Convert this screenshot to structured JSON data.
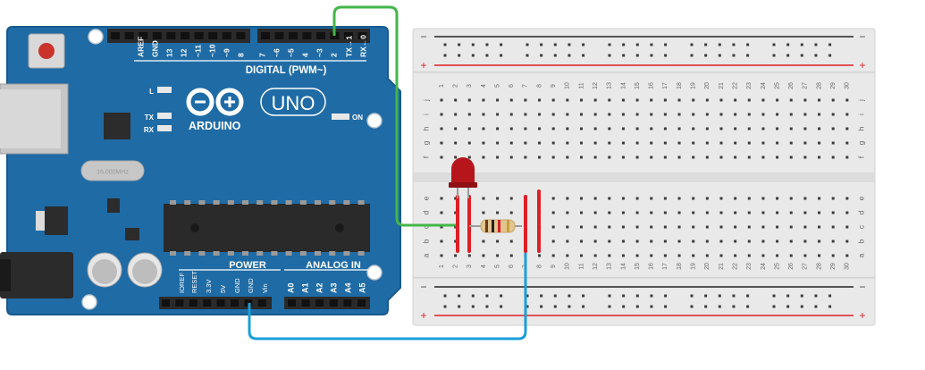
{
  "arduino": {
    "logo_text": "ARDUINO",
    "model": "UNO",
    "digital_header": "DIGITAL (PWM~)",
    "power_header": "POWER",
    "analog_header": "ANALOG IN",
    "led_labels": {
      "l": "L",
      "tx": "TX",
      "rx": "RX",
      "on": "ON"
    },
    "crystal_label": "16.000MHz",
    "digital_pins": [
      "AREF",
      "GND",
      "13",
      "12",
      "~11",
      "~10",
      "~9",
      "8",
      "7",
      "~6",
      "~5",
      "4",
      "~3",
      "2",
      "TX→1",
      "RX←0"
    ],
    "power_pins": [
      "IOREF",
      "RESET",
      "3.3V",
      "5V",
      "GND",
      "GND",
      "Vin"
    ],
    "analog_pins": [
      "A0",
      "A1",
      "A2",
      "A3",
      "A4",
      "A5"
    ]
  },
  "breadboard": {
    "columns": [
      "1",
      "2",
      "3",
      "4",
      "5",
      "6",
      "7",
      "8",
      "9",
      "10",
      "11",
      "12",
      "13",
      "14",
      "15",
      "16",
      "17",
      "18",
      "19",
      "20",
      "21",
      "22",
      "23",
      "24",
      "25",
      "26",
      "27",
      "28",
      "29",
      "30"
    ],
    "top_rows": [
      "j",
      "i",
      "h",
      "g",
      "f"
    ],
    "bottom_rows": [
      "e",
      "d",
      "c",
      "b",
      "a"
    ],
    "rail_minus": "−",
    "rail_plus": "+"
  },
  "colors": {
    "board": "#1f6ba5",
    "board_edge": "#185a8d",
    "wire_green": "#43b649",
    "wire_blue": "#1a9fd8",
    "wire_red": "#dd1f26",
    "led": "#b5151b"
  }
}
